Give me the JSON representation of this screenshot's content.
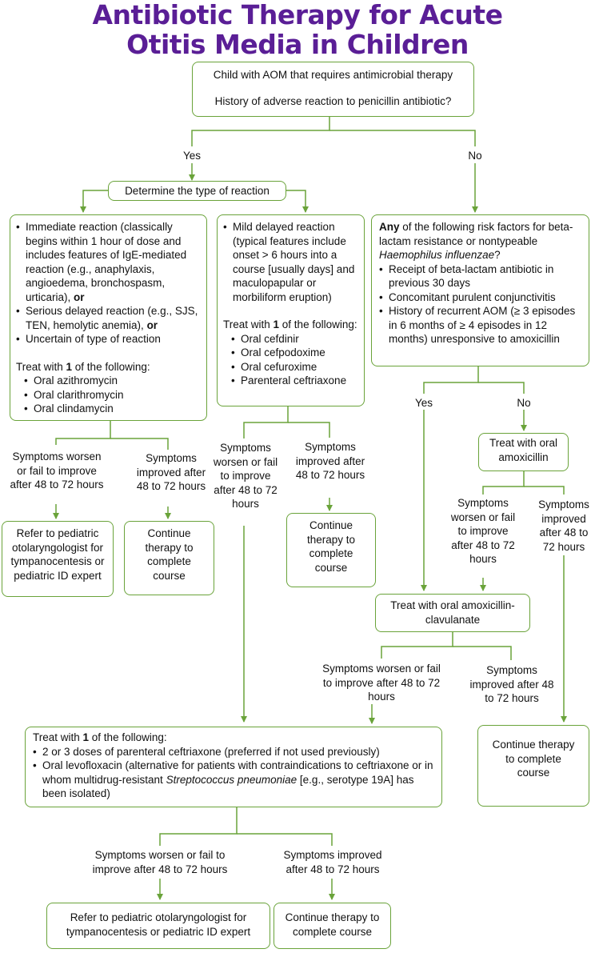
{
  "title": {
    "line1": "Antibiotic Therapy for Acute",
    "line2": "Otitis Media in Children"
  },
  "root": {
    "line1": "Child with AOM that requires antimicrobial therapy",
    "line2": "History of adverse reaction to penicillin antibiotic?"
  },
  "labels": {
    "yes1": "Yes",
    "no1": "No",
    "yes2": "Yes",
    "no2": "No"
  },
  "determine": "Determine the type of reaction",
  "immediate": {
    "b1": "Immediate reaction (classically begins within 1 hour of dose and includes features of IgE-mediated reaction (e.g., anaphylaxis, angioedema, bronchospasm, urticaria),",
    "b1_or": "or",
    "b2": "Serious delayed reaction (e.g., SJS, TEN, hemolytic anemia),",
    "b2_or": "or",
    "b3": "Uncertain of type of reaction",
    "treat_pre": "Treat with ",
    "treat_num": "1",
    "treat_post": " of the following:",
    "drugs": [
      "Oral azithromycin",
      "Oral clarithromycin",
      "Oral clindamycin"
    ]
  },
  "mild": {
    "b1": "Mild delayed reaction (typical features include onset > 6 hours into a course [usually days] and maculopapular or morbiliform eruption)",
    "treat_pre": "Treat with ",
    "treat_num": "1",
    "treat_post": " of the following:",
    "drugs": [
      "Oral cefdinir",
      "Oral cefpodoxime",
      "Oral cefuroxime",
      "Parenteral ceftriaxone"
    ]
  },
  "risk": {
    "any": "Any",
    "intro": " of the following risk factors for beta-lactam resistance or nontypeable ",
    "organism": "Haemophilus influenzae",
    "q": "?",
    "items": [
      "Receipt of beta-lactam antibiotic in previous 30 days",
      "Concomitant purulent conjunctivitis",
      "History of recurrent AOM (≥ 3 episodes in 6 months of ≥ 4 episodes in 12 months) unresponsive to amoxicillin"
    ]
  },
  "outcomes": {
    "imm_worse": "Symptoms worsen or fail to improve after 48 to 72 hours",
    "imm_improved": "Symptoms improved after 48 to 72 hours",
    "mild_worse": "Symptoms worsen or fail to improve after 48 to 72 hours",
    "mild_improved": "Symptoms improved after 48 to 72 hours",
    "amox_worse": "Symptoms worsen or fail to improve after 48 to 72 hours",
    "amox_improved": "Symptoms improved after 48 to 72 hours",
    "clav_worse": "Symptoms worsen or fail to improve after 48 to 72 hours",
    "clav_improved": "Symptoms improved after 48 to 72 hours",
    "final_worse": "Symptoms worsen or fail to improve after 48 to 72 hours",
    "final_improved": "Symptoms improved after 48 to 72 hours"
  },
  "refer1": "Refer to pediatric otolaryngologist for tympanocentesis or pediatric ID expert",
  "continue1": "Continue therapy to complete course",
  "continue2": "Continue therapy to complete course",
  "amox": "Treat with oral amoxicillin",
  "clav": "Treat with oral amoxicillin-clavulanate",
  "continue3": "Continue therapy to complete course",
  "final": {
    "treat_pre": "Treat with ",
    "treat_num": "1",
    "treat_post": " of the following:",
    "b1": "2 or 3 doses of parenteral ceftriaxone (preferred if not used previously)",
    "b2_pre": "Oral levofloxacin (alternative for patients with contraindications to ceftriaxone or in whom multidrug-resistant ",
    "b2_org": "Streptococcus pneumoniae",
    "b2_post": " [e.g., serotype 19A] has been isolated)"
  },
  "refer2": "Refer to pediatric otolaryngologist for tympanocentesis or pediatric ID expert",
  "continue4": "Continue therapy to complete course",
  "colors": {
    "title": "#5a1e96",
    "border": "#6aa33a",
    "connector": "#6aa33a"
  }
}
